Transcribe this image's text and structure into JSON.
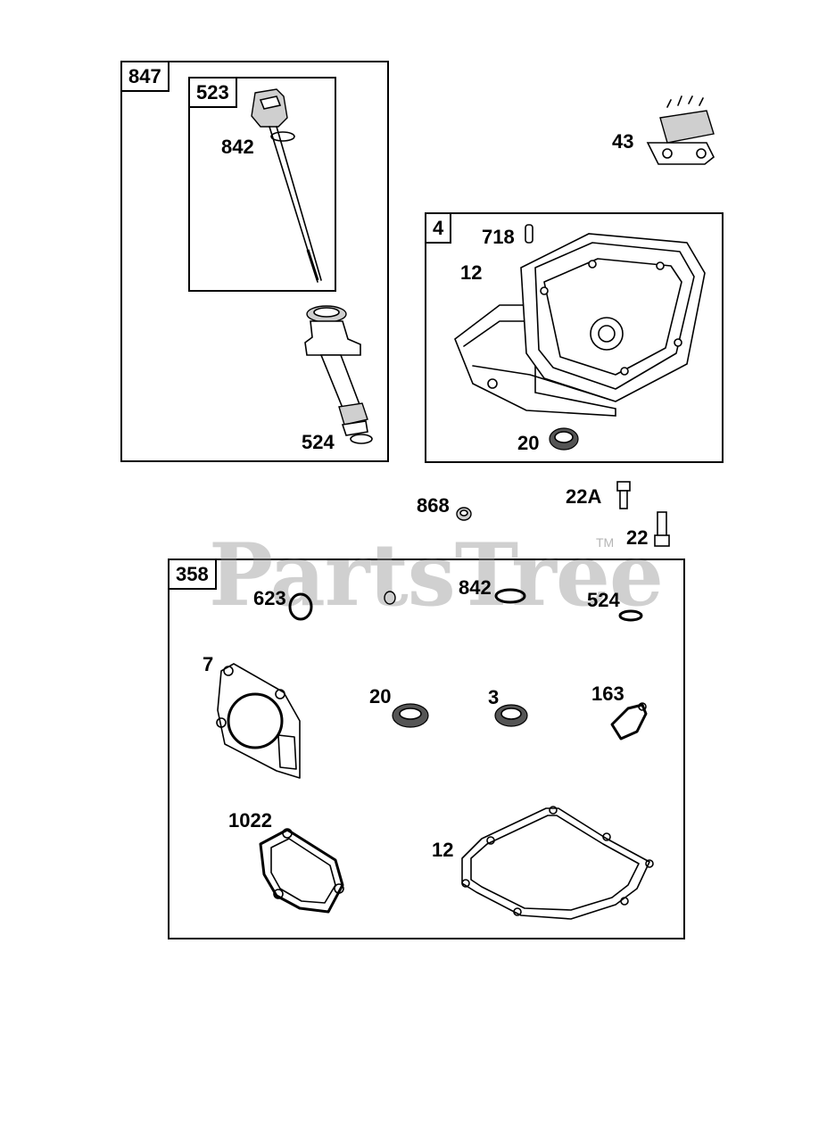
{
  "watermark": {
    "text": "PartsTree",
    "tm": "TM"
  },
  "boxes": {
    "b847": "847",
    "b523": "523",
    "b4": "4",
    "b358": "358"
  },
  "labels": {
    "l842_dipstick": "842",
    "l524_tube": "524",
    "l43": "43",
    "l718": "718",
    "l12_sump": "12",
    "l20_seal": "20",
    "l868": "868",
    "l22A": "22A",
    "l22": "22",
    "l623": "623",
    "l842_kit": "842",
    "l524_kit": "524",
    "l7": "7",
    "l20_kit": "20",
    "l3": "3",
    "l163": "163",
    "l1022": "1022",
    "l12_gasket": "12"
  }
}
